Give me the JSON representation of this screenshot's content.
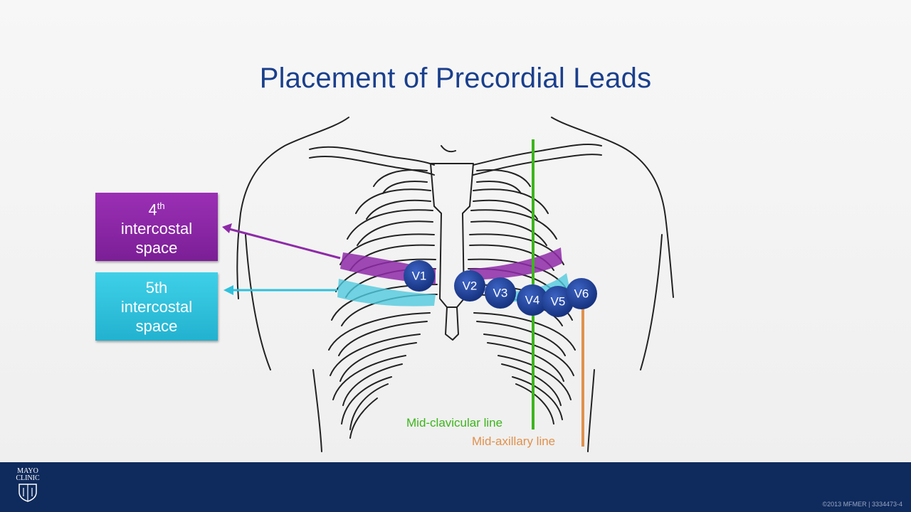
{
  "title": "Placement of Precordial Leads",
  "labels": {
    "fourth": {
      "number": "4",
      "suffix": "th",
      "line1": "intercostal",
      "line2": "space"
    },
    "fifth": {
      "number": "5th",
      "line1": "intercostal",
      "line2": "space"
    }
  },
  "leads": [
    "V1",
    "V2",
    "V3",
    "V4",
    "V5",
    "V6"
  ],
  "lines": {
    "mid_clavicular": "Mid-clavicular line",
    "mid_axillary": "Mid-axillary line"
  },
  "colors": {
    "title": "#1a3f8c",
    "fourth_space": "#8e2aa8",
    "fifth_space": "#2fc1dc",
    "lead_marker": "#1f3f9a",
    "mid_clavicular": "#3db51c",
    "mid_axillary": "#e0914c",
    "footer": "#0f2a5c"
  },
  "footer": {
    "logo_line1": "MAYO",
    "logo_line2": "CLINIC",
    "copyright": "©2013 MFMER | 3334473-4"
  }
}
